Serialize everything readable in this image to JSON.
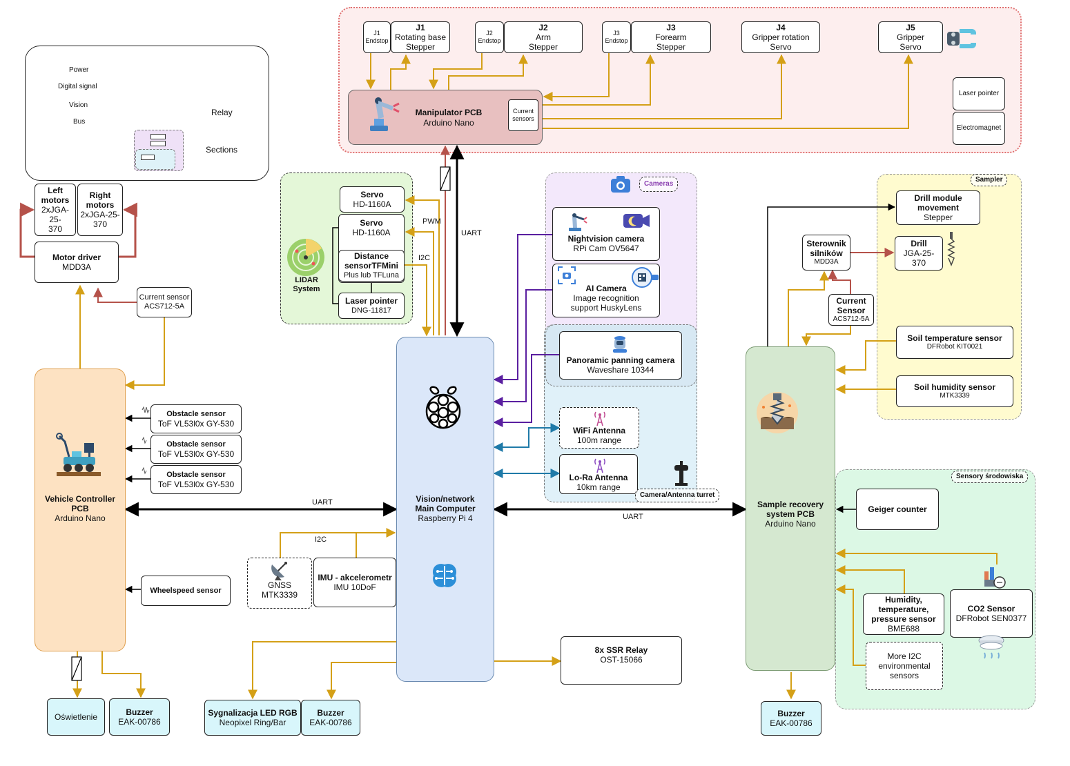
{
  "legend": {
    "power": "Power",
    "digital": "Digital signal",
    "vision": "Vision",
    "bus": "Bus",
    "relay": "Relay",
    "sections": "Sections"
  },
  "colors": {
    "power": "#b5524a",
    "digital": "#d4a017",
    "vision": "#5a1fa0",
    "bus": "#000000",
    "wireless": "#1f7aa8",
    "manip_section": "#fdeeee",
    "lidar_section": "#e4f7d8",
    "camera_section": "#f3e8fb",
    "turret_section": "#e0f1f9",
    "sampler_section": "#fffbcf",
    "env_section": "#dcf8e5"
  },
  "manipulator": {
    "j1_end": [
      "J1",
      "Endstop"
    ],
    "j1": [
      "J1",
      "Rotating base",
      "Stepper"
    ],
    "j2_end": [
      "J2",
      "Endstop"
    ],
    "j2": [
      "J2",
      "Arm",
      "Stepper"
    ],
    "j3_end": [
      "J3",
      "Endstop"
    ],
    "j3": [
      "J3",
      "Forearm",
      "Stepper"
    ],
    "j4": [
      "J4",
      "Gripper rotation",
      "Servo"
    ],
    "j5": [
      "J5",
      "Gripper",
      "Servo"
    ],
    "pcb_title": "Manipulator PCB",
    "pcb_sub": "Arduino Nano",
    "current": [
      "Current",
      "sensors"
    ],
    "laser": "Laser pointer",
    "magnet": "Electromagnet"
  },
  "motors": {
    "left": [
      "Left",
      "motors",
      "2xJGA-25-",
      "370"
    ],
    "right": [
      "Right",
      "motors",
      "2xJGA-25-",
      "370"
    ],
    "driver_title": "Motor driver",
    "driver_sub": "MDD3A",
    "current_title": "Current sensor",
    "current_sub": "ACS712-5A"
  },
  "lidar": {
    "servo1_title": "Servo",
    "servo1_sub": "HD-1160A",
    "servo2_title": "Servo",
    "servo2_sub": "HD-1160A",
    "dist": [
      "Distance",
      "sensorTFMini",
      "Plus lub TFLuna"
    ],
    "laser_title": "Laser pointer",
    "laser_sub": "DNG-11817",
    "label": [
      "LIDAR",
      "System"
    ],
    "pwm": "PWM",
    "i2c": "I2C"
  },
  "uart_top": "UART",
  "cameras": {
    "tag": "Cameras",
    "night_title": "Nightvision camera",
    "night_sub": "RPi Cam OV5647",
    "ai_title": "AI Camera",
    "ai_sub1": "Image recognition",
    "ai_sub2": "support HuskyLens",
    "pano_title": "Panoramic panning camera",
    "pano_sub": "Waveshare 10344",
    "wifi_title": "WiFi Antenna",
    "wifi_sub": "100m range",
    "lora_title": "Lo-Ra Antenna",
    "lora_sub": "10km range",
    "turret_tag": "Camera/Antenna turret"
  },
  "vehicle": {
    "title": [
      "Vehicle Controller",
      "PCB"
    ],
    "sub": "Arduino Nano",
    "obstacle_title": "Obstacle sensor",
    "obstacle_sub": "ToF  VL53l0x GY-530",
    "wheel": "Wheelspeed sensor",
    "light": "Oświetlenie",
    "buzzer_title": "Buzzer",
    "buzzer_sub": "EAK-00786"
  },
  "main": {
    "title": [
      "Vision/network",
      "Main Computer"
    ],
    "sub": "Raspberry Pi 4",
    "uart_left": "UART",
    "uart_right": "UART",
    "i2c": "I2C",
    "gnss": "GNSS MTK3339",
    "imu_title": "IMU - akcelerometr",
    "imu_sub": "IMU 10DoF",
    "led_title": "Sygnalizacja LED RGB",
    "led_sub": "Neopixel Ring/Bar",
    "buzzer_title": "Buzzer",
    "buzzer_sub": "EAK-00786",
    "relay_title": "8x SSR Relay",
    "relay_sub": "OST-15066"
  },
  "sampler": {
    "tag": "Sampler",
    "drill_mod": [
      "Drill module",
      "movement"
    ],
    "drill_mod_sub": "Stepper",
    "drill_title": "Drill",
    "drill_sub": "JGA-25-370",
    "ster": [
      "Sterownik",
      "silników"
    ],
    "ster_sub": "MDD3A",
    "cur": [
      "Current",
      "Sensor"
    ],
    "cur_sub": "ACS712-5A",
    "soil_t_title": "Soil temperature sensor",
    "soil_t_sub": "DFRobot KIT0021",
    "soil_h_title": "Soil humidity sensor",
    "soil_h_sub": "MTK3339",
    "pcb": [
      "Sample recovery",
      "system PCB"
    ],
    "pcb_sub": "Arduino Nano",
    "buzzer_title": "Buzzer",
    "buzzer_sub": "EAK-00786"
  },
  "env": {
    "tag": "Sensory środowiska",
    "geiger": "Geiger counter",
    "hum": [
      "Humidity,",
      "temperature,",
      "pressure sensor"
    ],
    "hum_sub": "BME688",
    "co2_title": "CO2 Sensor",
    "co2_sub": "DFRobot SEN0377",
    "more": [
      "More I2C",
      "environmental",
      "sensors"
    ]
  }
}
